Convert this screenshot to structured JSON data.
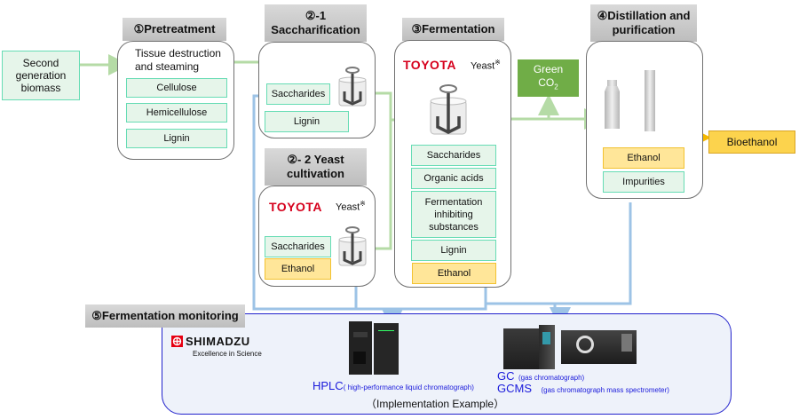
{
  "input": {
    "label": "Second generation biomass"
  },
  "stages": {
    "pretreatment": {
      "header": "①Pretreatment",
      "description": "Tissue destruction and steaming",
      "components": [
        "Cellulose",
        "Hemicellulose",
        "Lignin"
      ]
    },
    "saccharification": {
      "header_line1": "②-1",
      "header_line2": "Saccharification",
      "components": [
        "Saccharides",
        "Lignin"
      ]
    },
    "yeast_cultivation": {
      "header_line1": "②- 2 Yeast",
      "header_line2": "cultivation",
      "brand": "TOYOTA",
      "yeast_label": "Yeast",
      "yeast_mark": "※",
      "components": [
        "Saccharides",
        "Ethanol"
      ]
    },
    "fermentation": {
      "header": "③Fermentation",
      "brand": "TOYOTA",
      "yeast_label": "Yeast",
      "yeast_mark": "※",
      "components": [
        "Saccharides",
        "Organic acids",
        "Fermentation inhibiting substances",
        "Lignin",
        "Ethanol"
      ]
    },
    "distillation": {
      "header_line1": "④Distillation and",
      "header_line2": "purification",
      "components": [
        "Ethanol",
        "Impurities"
      ]
    },
    "monitoring": {
      "header": "⑤Fermentation monitoring",
      "brand": "SHIMADZU",
      "brand_tagline": "Excellence in Science",
      "instruments": {
        "hplc_name": "HPLC",
        "hplc_desc": "( high-performance liquid chromatograph)",
        "gc_name": "GC",
        "gc_desc": "(gas chromatograph)",
        "gcms_name": "GCMS",
        "gcms_desc": "(gas chromatograph mass spectrometer)"
      },
      "footnote": "（Implementation Example）"
    }
  },
  "outputs": {
    "co2_line1": "Green",
    "co2_line2": "CO",
    "co2_sub": "2",
    "bioethanol": "Bioethanol"
  },
  "colors": {
    "green_flow": "#b5dba6",
    "ethanol_flow": "#f5b800",
    "monitor_flow": "#9dc3e6",
    "toyota_red": "#d6001c",
    "shimadzu_red": "#e60012",
    "co2_green": "#70ad47",
    "monitor_border": "#2222cc"
  }
}
